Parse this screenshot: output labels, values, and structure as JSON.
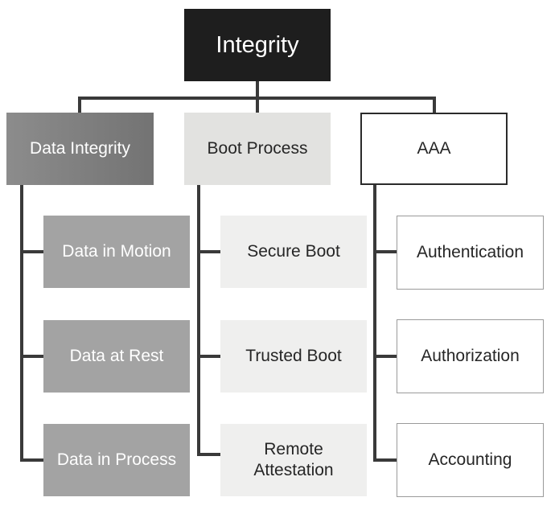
{
  "root": {
    "label": "Integrity"
  },
  "categories": [
    {
      "label": "Data Integrity",
      "children": [
        "Data in Motion",
        "Data at Rest",
        "Data in Process"
      ]
    },
    {
      "label": "Boot Process",
      "children": [
        "Secure Boot",
        "Trusted Boot",
        "Remote\nAttestation"
      ]
    },
    {
      "label": "AAA",
      "children": [
        "Authentication",
        "Authorization",
        "Accounting"
      ]
    }
  ],
  "colors": {
    "root_fill": "#1e1e1e",
    "category_1_fill": "#808080",
    "category_2_fill": "#e2e2e0",
    "category_3_fill": "#ffffff",
    "leaf_1_fill": "#a3a3a3",
    "leaf_2_fill": "#efefee",
    "leaf_3_fill": "#ffffff",
    "connector": "#3a3a3a"
  }
}
